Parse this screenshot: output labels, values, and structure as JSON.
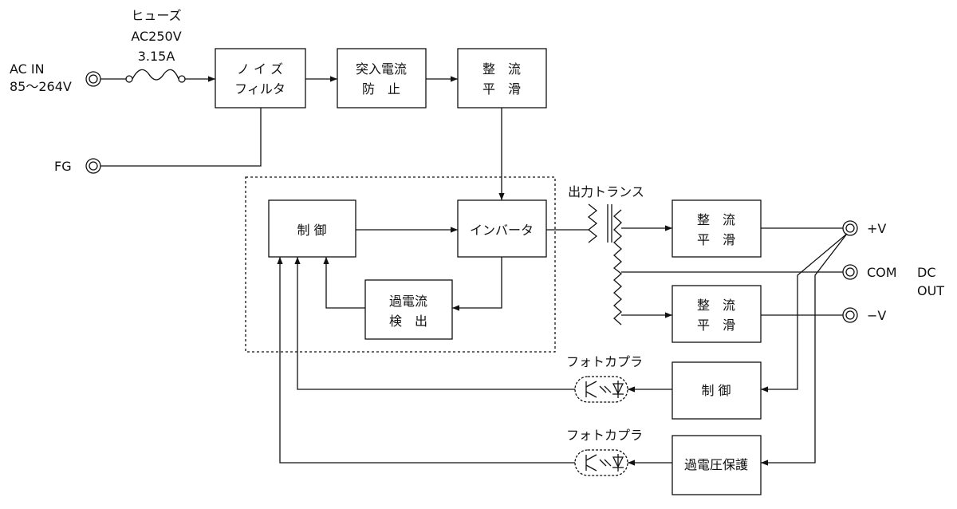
{
  "input": {
    "ac_in_line1": "AC IN",
    "ac_in_line2": "85～264V",
    "fg": "FG",
    "fuse_line1": "ヒューズ",
    "fuse_line2": "AC250V",
    "fuse_line3": "3.15A"
  },
  "blocks": {
    "noise_filter_1": "ノ イ ズ",
    "noise_filter_2": "フィルタ",
    "inrush_1": "突入電流",
    "inrush_2": "防　止",
    "rect1_1": "整　流",
    "rect1_2": "平　滑",
    "control_primary": "制 御",
    "inverter": "インバータ",
    "overcurrent_1": "過電流",
    "overcurrent_2": "検　出",
    "rect2_1": "整　流",
    "rect2_2": "平　滑",
    "rect3_1": "整　流",
    "rect3_2": "平　滑",
    "control_secondary": "制 御",
    "overvoltage": "過電圧保護"
  },
  "labels": {
    "transformer": "出力トランス",
    "photocoupler_1": "フォトカプラ",
    "photocoupler_2": "フォトカプラ"
  },
  "outputs": {
    "plus_v": "+V",
    "com": "COM",
    "minus_v": "−V",
    "dc_out_1": "DC",
    "dc_out_2": "OUT"
  }
}
